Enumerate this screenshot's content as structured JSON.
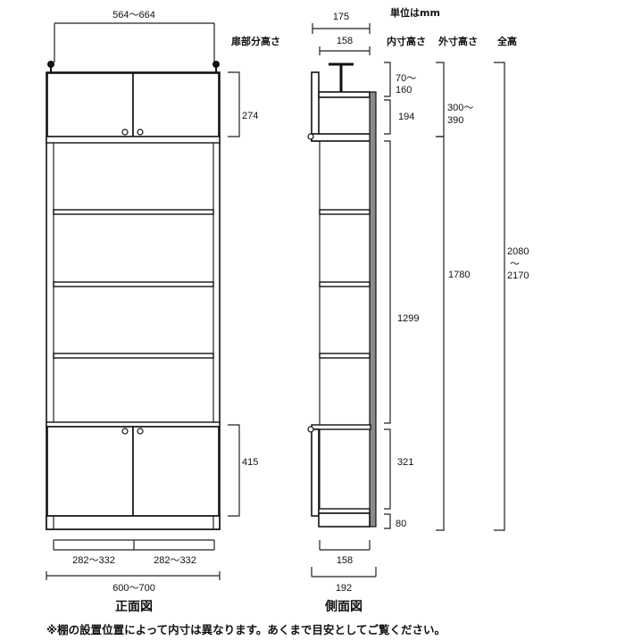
{
  "unit_label": "単位はmm",
  "headers": {
    "door_height": "扉部分高さ",
    "inner_height": "内寸高さ",
    "outer_height": "外寸高さ",
    "total_height": "全高"
  },
  "front_view": {
    "title": "正面図",
    "top_width": "564〜664",
    "upper_door_height": "274",
    "lower_door_height": "415",
    "door_width_left": "282〜332",
    "door_width_right": "282〜332",
    "overall_width": "600〜700"
  },
  "side_view": {
    "title": "側面図",
    "top_depth": "175",
    "upper_inner_depth": "158",
    "bottom_inner_depth": "158",
    "overall_depth": "192",
    "inner_top_gap_line1": "70〜",
    "inner_top_gap_line2": "160",
    "inner_upper": "194",
    "inner_middle": "1299",
    "inner_lower": "321",
    "inner_base": "80",
    "outer_upper_line1": "300〜",
    "outer_upper_line2": "390",
    "outer_main": "1780",
    "total_line1": "2080",
    "total_line2": "〜",
    "total_line3": "2170"
  },
  "footnote": "※棚の設置位置によって内寸は異なります。あくまで目安としてご覧ください。"
}
